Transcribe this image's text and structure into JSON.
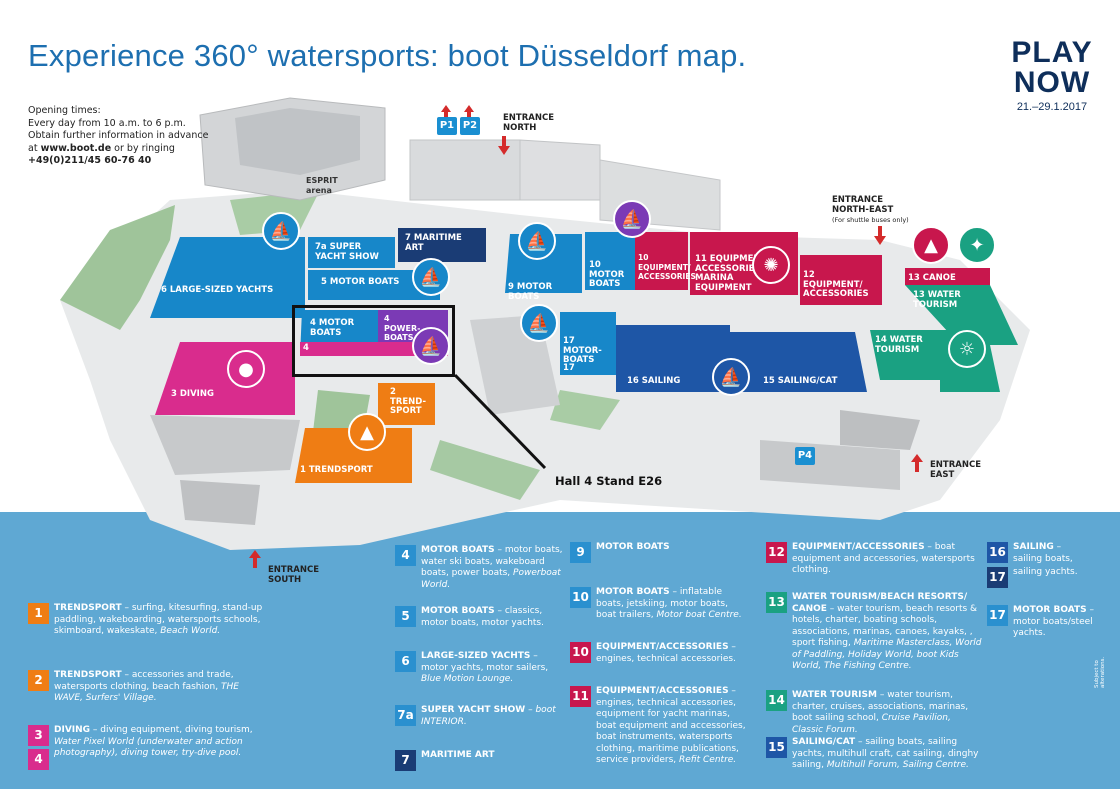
{
  "header": {
    "title": "Experience 360° watersports: boot Düsseldorf map.",
    "brand_line1": "PLAY",
    "brand_line2": "NOW",
    "dates": "21.–29.1.2017"
  },
  "info": {
    "line1": "Opening times:",
    "line2": "Every day from 10 a.m. to 6 p.m.",
    "line3": "Obtain further information in advance",
    "line4_pre": "at ",
    "line4_link": "www.boot.de",
    "line4_post": " or by ringing",
    "line5": "+49(0)211/45 60-76 40"
  },
  "map_labels": {
    "entrance_north": "ENTRANCE NORTH",
    "entrance_north_east": "ENTRANCE NORTH-EAST",
    "entrance_north_east_note": "(For shuttle buses only)",
    "entrance_east": "ENTRANCE EAST",
    "entrance_south": "ENTRANCE SOUTH",
    "arena_1": "ESPRIT",
    "arena_2": "arena",
    "p1": "P1",
    "p2": "P2",
    "p4": "P4",
    "callout": "Hall 4 Stand E26"
  },
  "halls": {
    "h6": "6 LARGE-SIZED YACHTS",
    "h7a": "7a SUPER YACHT SHOW",
    "h7": "7 MARITIME ART",
    "h5": "5 MOTOR BOATS",
    "h4": "4 MOTOR BOATS",
    "h4b": "4 POWER-BOATS",
    "h4c": "4",
    "h3": "3 DIVING",
    "h2": "2 TREND-SPORT",
    "h1": "1 TRENDSPORT",
    "h9": "9 MOTOR BOATS",
    "h10a": "10 MOTOR BOATS",
    "h10b": "10 EQUIPMENT/ ACCESSORIES",
    "h11": "11 EQUIPMENT/ ACCESSORIES MARINA EQUIPMENT",
    "h12": "12 EQUIPMENT/ ACCESSORIES",
    "h13a": "13 CANOE",
    "h13b": "13 WATER TOURISM",
    "h14": "14 WATER TOURISM",
    "h17a": "17 MOTOR-BOATS",
    "h17b": "17",
    "h16": "16 SAILING",
    "h15": "15 SAILING/CAT"
  },
  "legend": {
    "l1": {
      "num": "1",
      "bold": "TRENDSPORT",
      "text": " – surfing, kitesurfing, stand-up paddling, wakeboarding, watersports schools, skimboard, wakeskate, ",
      "ital": "Beach World."
    },
    "l2": {
      "num": "2",
      "bold": "TRENDSPORT",
      "text": " – accessories and trade, watersports clothing, beach fashion, ",
      "ital": "THE WAVE, Surfers' Village."
    },
    "l3": {
      "num": "3",
      "num2": "4",
      "bold": "DIVING",
      "text": " – diving equipment, diving tourism, ",
      "ital": "Water Pixel World (underwater and action photography), diving tower, try-dive pool."
    },
    "l4": {
      "num": "4",
      "bold": "MOTOR BOATS",
      "text": " – motor boats, water ski boats, wakeboard boats,  power boats, ",
      "ital": "Powerboat World."
    },
    "l5": {
      "num": "5",
      "bold": "MOTOR BOATS",
      "text": " – classics, motor boats, motor yachts."
    },
    "l6": {
      "num": "6",
      "bold": "LARGE-SIZED YACHTS",
      "text": " – motor yachts, motor sailers, ",
      "ital": "Blue Motion Lounge."
    },
    "l7a": {
      "num": "7a",
      "bold": "SUPER YACHT SHOW",
      "text": " – ",
      "ital": "boot INTERIOR."
    },
    "l7": {
      "num": "7",
      "bold": "MARITIME ART"
    },
    "l9": {
      "num": "9",
      "bold": "MOTOR BOATS"
    },
    "l10": {
      "num": "10",
      "bold": "MOTOR BOATS",
      "text": " – inflatable boats, jetskiing, motor boats, boat trailers, ",
      "ital": "Motor boat Centre."
    },
    "l10b": {
      "num": "10",
      "bold": "EQUIPMENT/ACCESSORIES",
      "text": " – engines, technical accessories."
    },
    "l11": {
      "num": "11",
      "bold": "EQUIPMENT/ACCESSORIES",
      "text": " – engines, technical accessories, equipment for yacht marinas, boat equipment and accessories, boat instruments, watersports clothing, maritime publications, service providers, ",
      "ital": "Refit Centre."
    },
    "l12": {
      "num": "12",
      "bold": "EQUIPMENT/ACCESSORIES",
      "text": " – boat equipment and accessories, watersports clothing."
    },
    "l13": {
      "num": "13",
      "bold": "WATER TOURISM/BEACH RESORTS/ CANOE",
      "text": " – water tourism, beach resorts & hotels, charter, boating schools, associations, marinas, canoes, kayaks, , sport fishing, ",
      "ital": "Maritime Masterclass, World of Paddling, Holiday World, boot Kids World, The Fishing Centre."
    },
    "l14": {
      "num": "14",
      "bold": "WATER TOURISM",
      "text": " – water tourism, charter, cruises, associations, marinas, boot sailing school, ",
      "ital": "Cruise Pavilion, Classic Forum."
    },
    "l15": {
      "num": "15",
      "bold": "SAILING/CAT",
      "text": " – sailing boats, sailing yachts, multihull craft, cat sailing, dinghy sailing, ",
      "ital": "Multihull Forum, Sailing Centre."
    },
    "l16": {
      "num": "16",
      "bold": "SAILING",
      "text": " – sailing boats,"
    },
    "l16b": {
      "num": "17",
      "text": "sailing yachts."
    },
    "l17": {
      "num": "17",
      "bold": "MOTOR BOATS",
      "text": " – motor boats/steel yachts."
    }
  },
  "disclaimer": "Subject to alterations."
}
